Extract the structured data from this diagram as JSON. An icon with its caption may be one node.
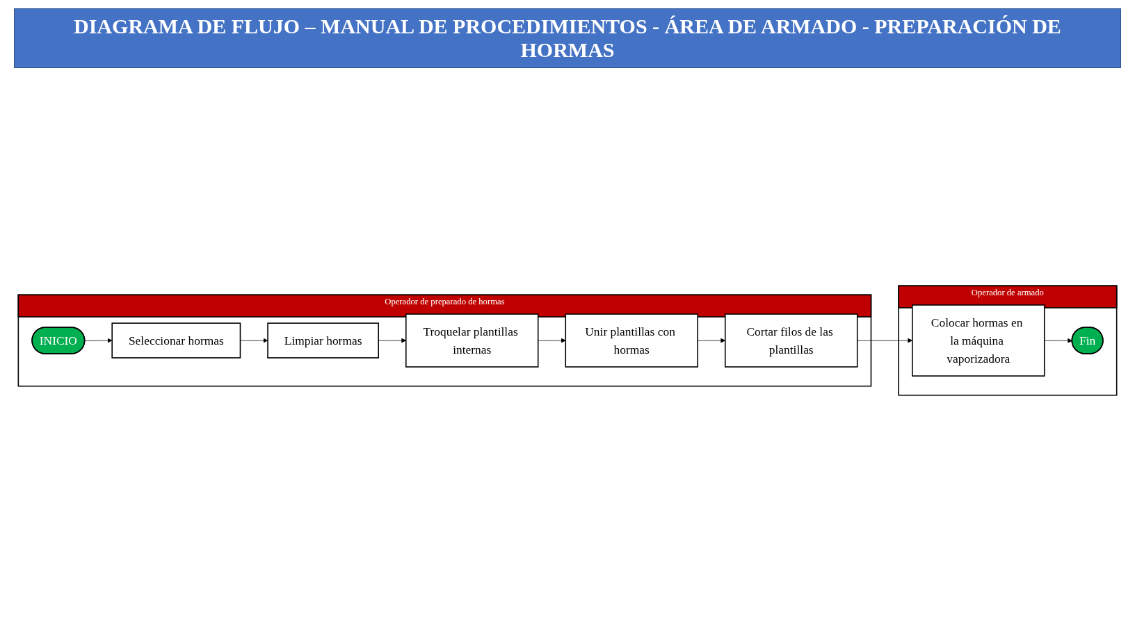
{
  "diagram": {
    "title": "DIAGRAMA DE FLUJO – MANUAL DE PROCEDIMIENTOS - ÁREA DE ARMADO - PREPARACIÓN DE HORMAS",
    "nodes": [
      {
        "text": [
          "Operador de preparado de hormas"
        ]
      },
      {
        "text": [
          "INICIO"
        ],
        "in": 0
      },
      {
        "text": [
          "Seleccionar hormas"
        ],
        "in": 0
      },
      {
        "text": [
          "Limpiar hormas"
        ],
        "in": 0
      },
      {
        "text": [
          "Troquelar plantillas internas"
        ],
        "in": 0
      },
      {
        "text": [
          "Unir plantillas con hormas"
        ],
        "in": 0
      },
      {
        "text": [
          "Cortar filos de las plantillas"
        ],
        "in": 0
      },
      {
        "text": [
          "Operador de armado"
        ]
      },
      {
        "text": [
          "Colocar hormas en la máquina vaporizadora"
        ],
        "in": 7
      },
      {
        "text": [
          "Fin"
        ],
        "in": 7
      }
    ],
    "edges": [
      {
        "from": 1,
        "to": 2,
        "arrow": "to"
      },
      {
        "from": 2,
        "to": 3,
        "arrow": "to"
      },
      {
        "from": 3,
        "to": 4,
        "arrow": "to"
      },
      {
        "from": 4,
        "to": 5,
        "arrow": "to"
      },
      {
        "from": 5,
        "to": 6,
        "arrow": "to"
      },
      {
        "from": 6,
        "to": 8,
        "arrow": "to"
      },
      {
        "from": 8,
        "to": 9,
        "arrow": "to"
      }
    ]
  }
}
